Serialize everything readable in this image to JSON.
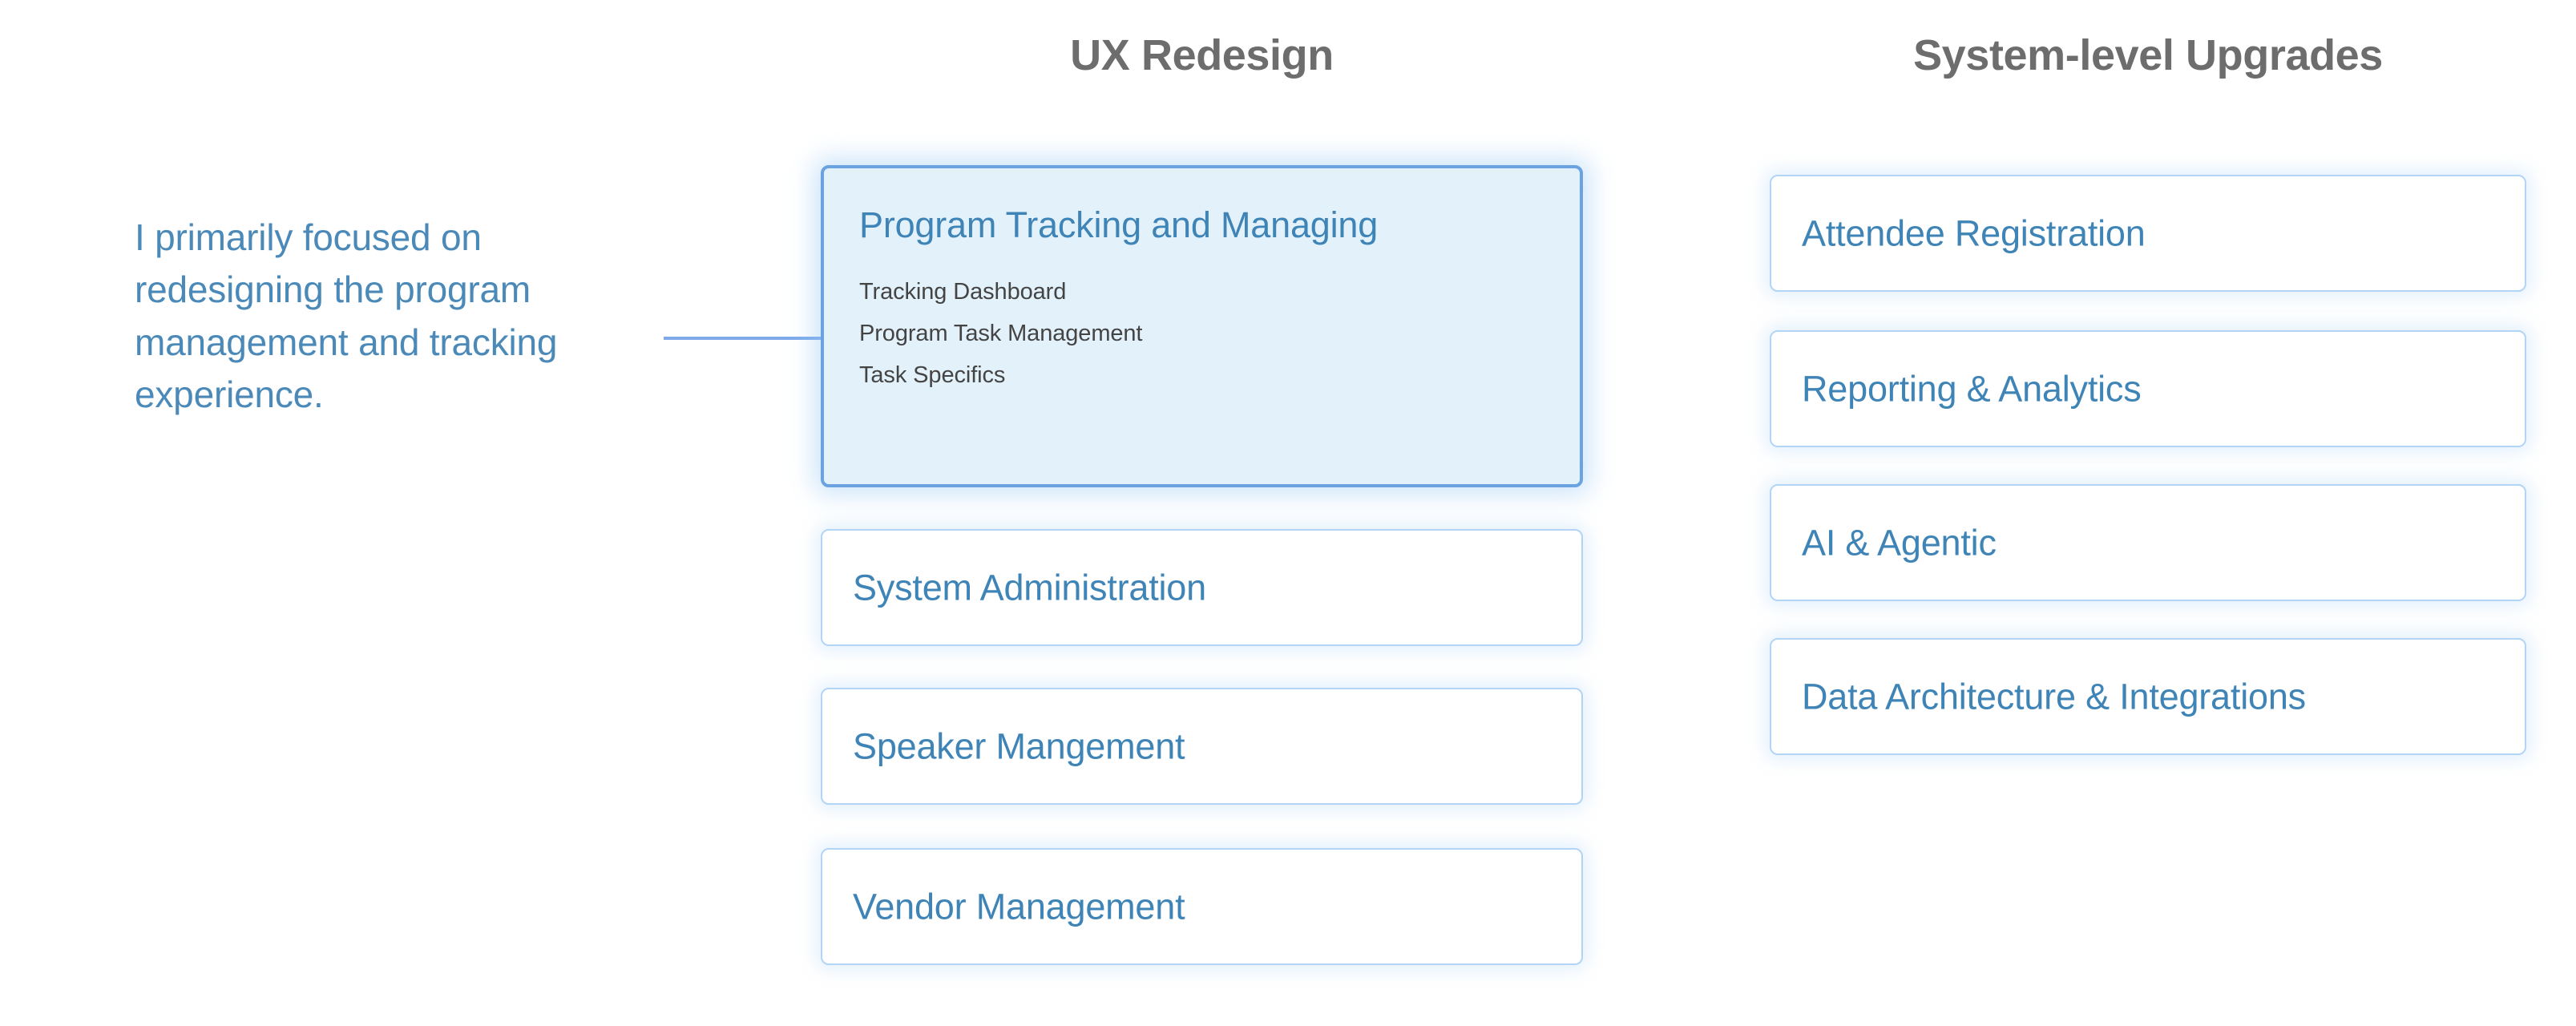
{
  "annotation": {
    "text": "I primarily focused on redesigning the program management and tracking experience."
  },
  "columns": {
    "ux_redesign": {
      "heading": "UX Redesign",
      "cards": [
        {
          "title": "Program Tracking and Managing",
          "highlighted": true,
          "sub_items": [
            "Tracking Dashboard",
            "Program Task Management",
            "Task Specifics"
          ]
        },
        {
          "title": "System Administration",
          "highlighted": false,
          "sub_items": []
        },
        {
          "title": "Speaker Mangement",
          "highlighted": false,
          "sub_items": []
        },
        {
          "title": "Vendor Management",
          "highlighted": false,
          "sub_items": []
        }
      ]
    },
    "system_upgrades": {
      "heading": "System-level Upgrades",
      "cards": [
        {
          "title": "Attendee Registration",
          "highlighted": false,
          "sub_items": []
        },
        {
          "title": "Reporting & Analytics",
          "highlighted": false,
          "sub_items": []
        },
        {
          "title": "AI & Agentic",
          "highlighted": false,
          "sub_items": []
        },
        {
          "title": "Data Architecture & Integrations",
          "highlighted": false,
          "sub_items": []
        }
      ]
    }
  },
  "colors": {
    "heading_gray": "#6d6d6d",
    "card_title_blue": "#3f84b6",
    "annotation_blue": "#4b8ab8",
    "card_border": "#b3d4f5",
    "highlight_border": "#6ba3e0",
    "highlight_fill": "#e3f1fb",
    "connector_blue": "#7eaaea",
    "sub_item_gray": "#444444",
    "background": "#ffffff"
  }
}
